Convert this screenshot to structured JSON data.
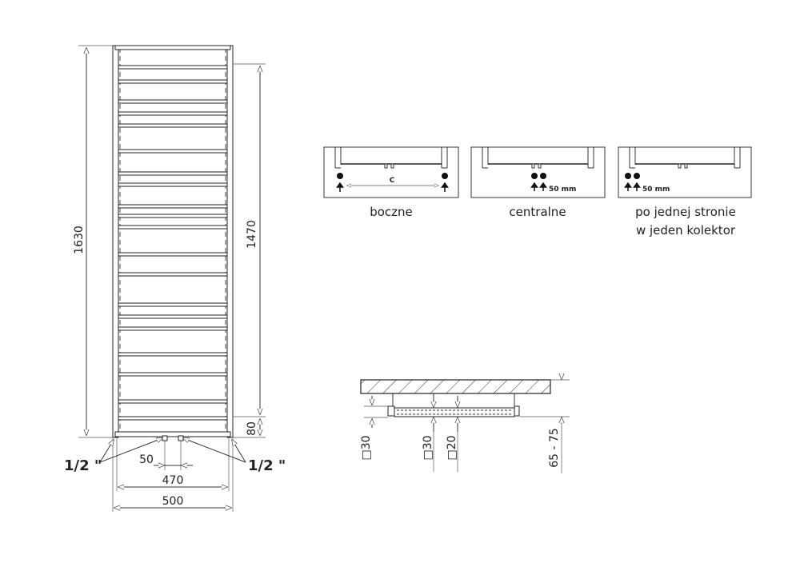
{
  "front_view": {
    "height_total": "1630",
    "height_axis": "1470",
    "bottom_offset": "80",
    "width_total": "500",
    "width_axis": "470",
    "center_pipe": "50",
    "thread_left": "1/2 \"",
    "thread_right": "1/2 \""
  },
  "connections": {
    "side": {
      "label": "boczne",
      "c_label": "C"
    },
    "central": {
      "label": "centralne",
      "spacing": "50 mm"
    },
    "one_side": {
      "label_line1": "po jednej stronie",
      "label_line2": "w jeden kolektor",
      "spacing": "50 mm"
    }
  },
  "section_view": {
    "left_profile": "□30",
    "center_profile": "□30",
    "rail_profile": "□20",
    "wall_distance": "65 - 75"
  }
}
